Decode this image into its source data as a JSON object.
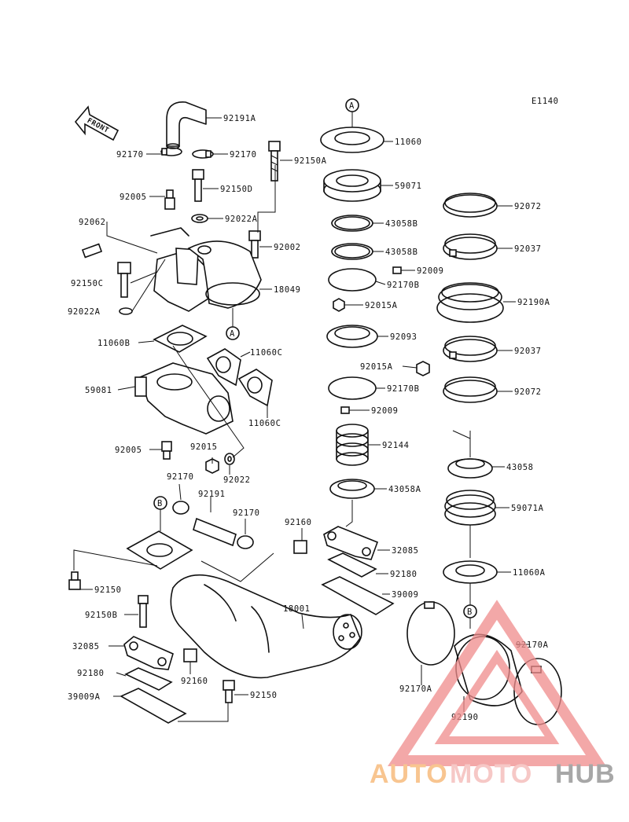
{
  "diagram_code": "E1140",
  "front_label": "FRONT",
  "ref_a": "A",
  "ref_b": "B",
  "parts": {
    "p92191A": "92191A",
    "p92170_l": "92170",
    "p92170_r": "92170",
    "p92150A": "92150A",
    "p92005_t": "92005",
    "p92150D": "92150D",
    "p92022A_t": "92022A",
    "p92062": "92062",
    "p92002": "92002",
    "p92150C": "92150C",
    "p18049": "18049",
    "p92022A_b": "92022A",
    "p11060B": "11060B",
    "p11060C_t": "11060C",
    "p59081": "59081",
    "p11060C_b": "11060C",
    "p92005_b": "92005",
    "p92015": "92015",
    "p92022": "92022",
    "p11060": "11060",
    "p59071": "59071",
    "p43058B_1": "43058B",
    "p43058B_2": "43058B",
    "p92009_t": "92009",
    "p92170B_t": "92170B",
    "p92015A_t": "92015A",
    "p92093": "92093",
    "p92015A_b": "92015A",
    "p92170B_b": "92170B",
    "p92009_b": "92009",
    "p92144": "92144",
    "p43058A": "43058A",
    "p92072_t": "92072",
    "p92037_t": "92037",
    "p92190A": "92190A",
    "p92037_b": "92037",
    "p92072_b": "92072",
    "p43058": "43058",
    "p59071A": "59071A",
    "p11060A": "11060A",
    "p92170_m1": "92170",
    "p92191": "92191",
    "p92170_m2": "92170",
    "p92160_r": "92160",
    "p32085_r": "32085",
    "p92180_r": "92180",
    "p39009": "39009",
    "p18001": "18001",
    "p92150": "92150",
    "p92150B": "92150B",
    "p32085_l": "32085",
    "p92180_l": "92180",
    "p92160_l": "92160",
    "p92150_b": "92150",
    "p39009A": "39009A",
    "p92170A_l": "92170A",
    "p92170A_r": "92170A",
    "p92190": "92190"
  },
  "watermark": {
    "part1": "AUTO",
    "part2": "MOTO",
    "part3": "HUB",
    "color1": "#f6b26b",
    "color2": "#f4b6b4",
    "color3": "#8a8a8a",
    "triangle": "#f08c8c"
  }
}
